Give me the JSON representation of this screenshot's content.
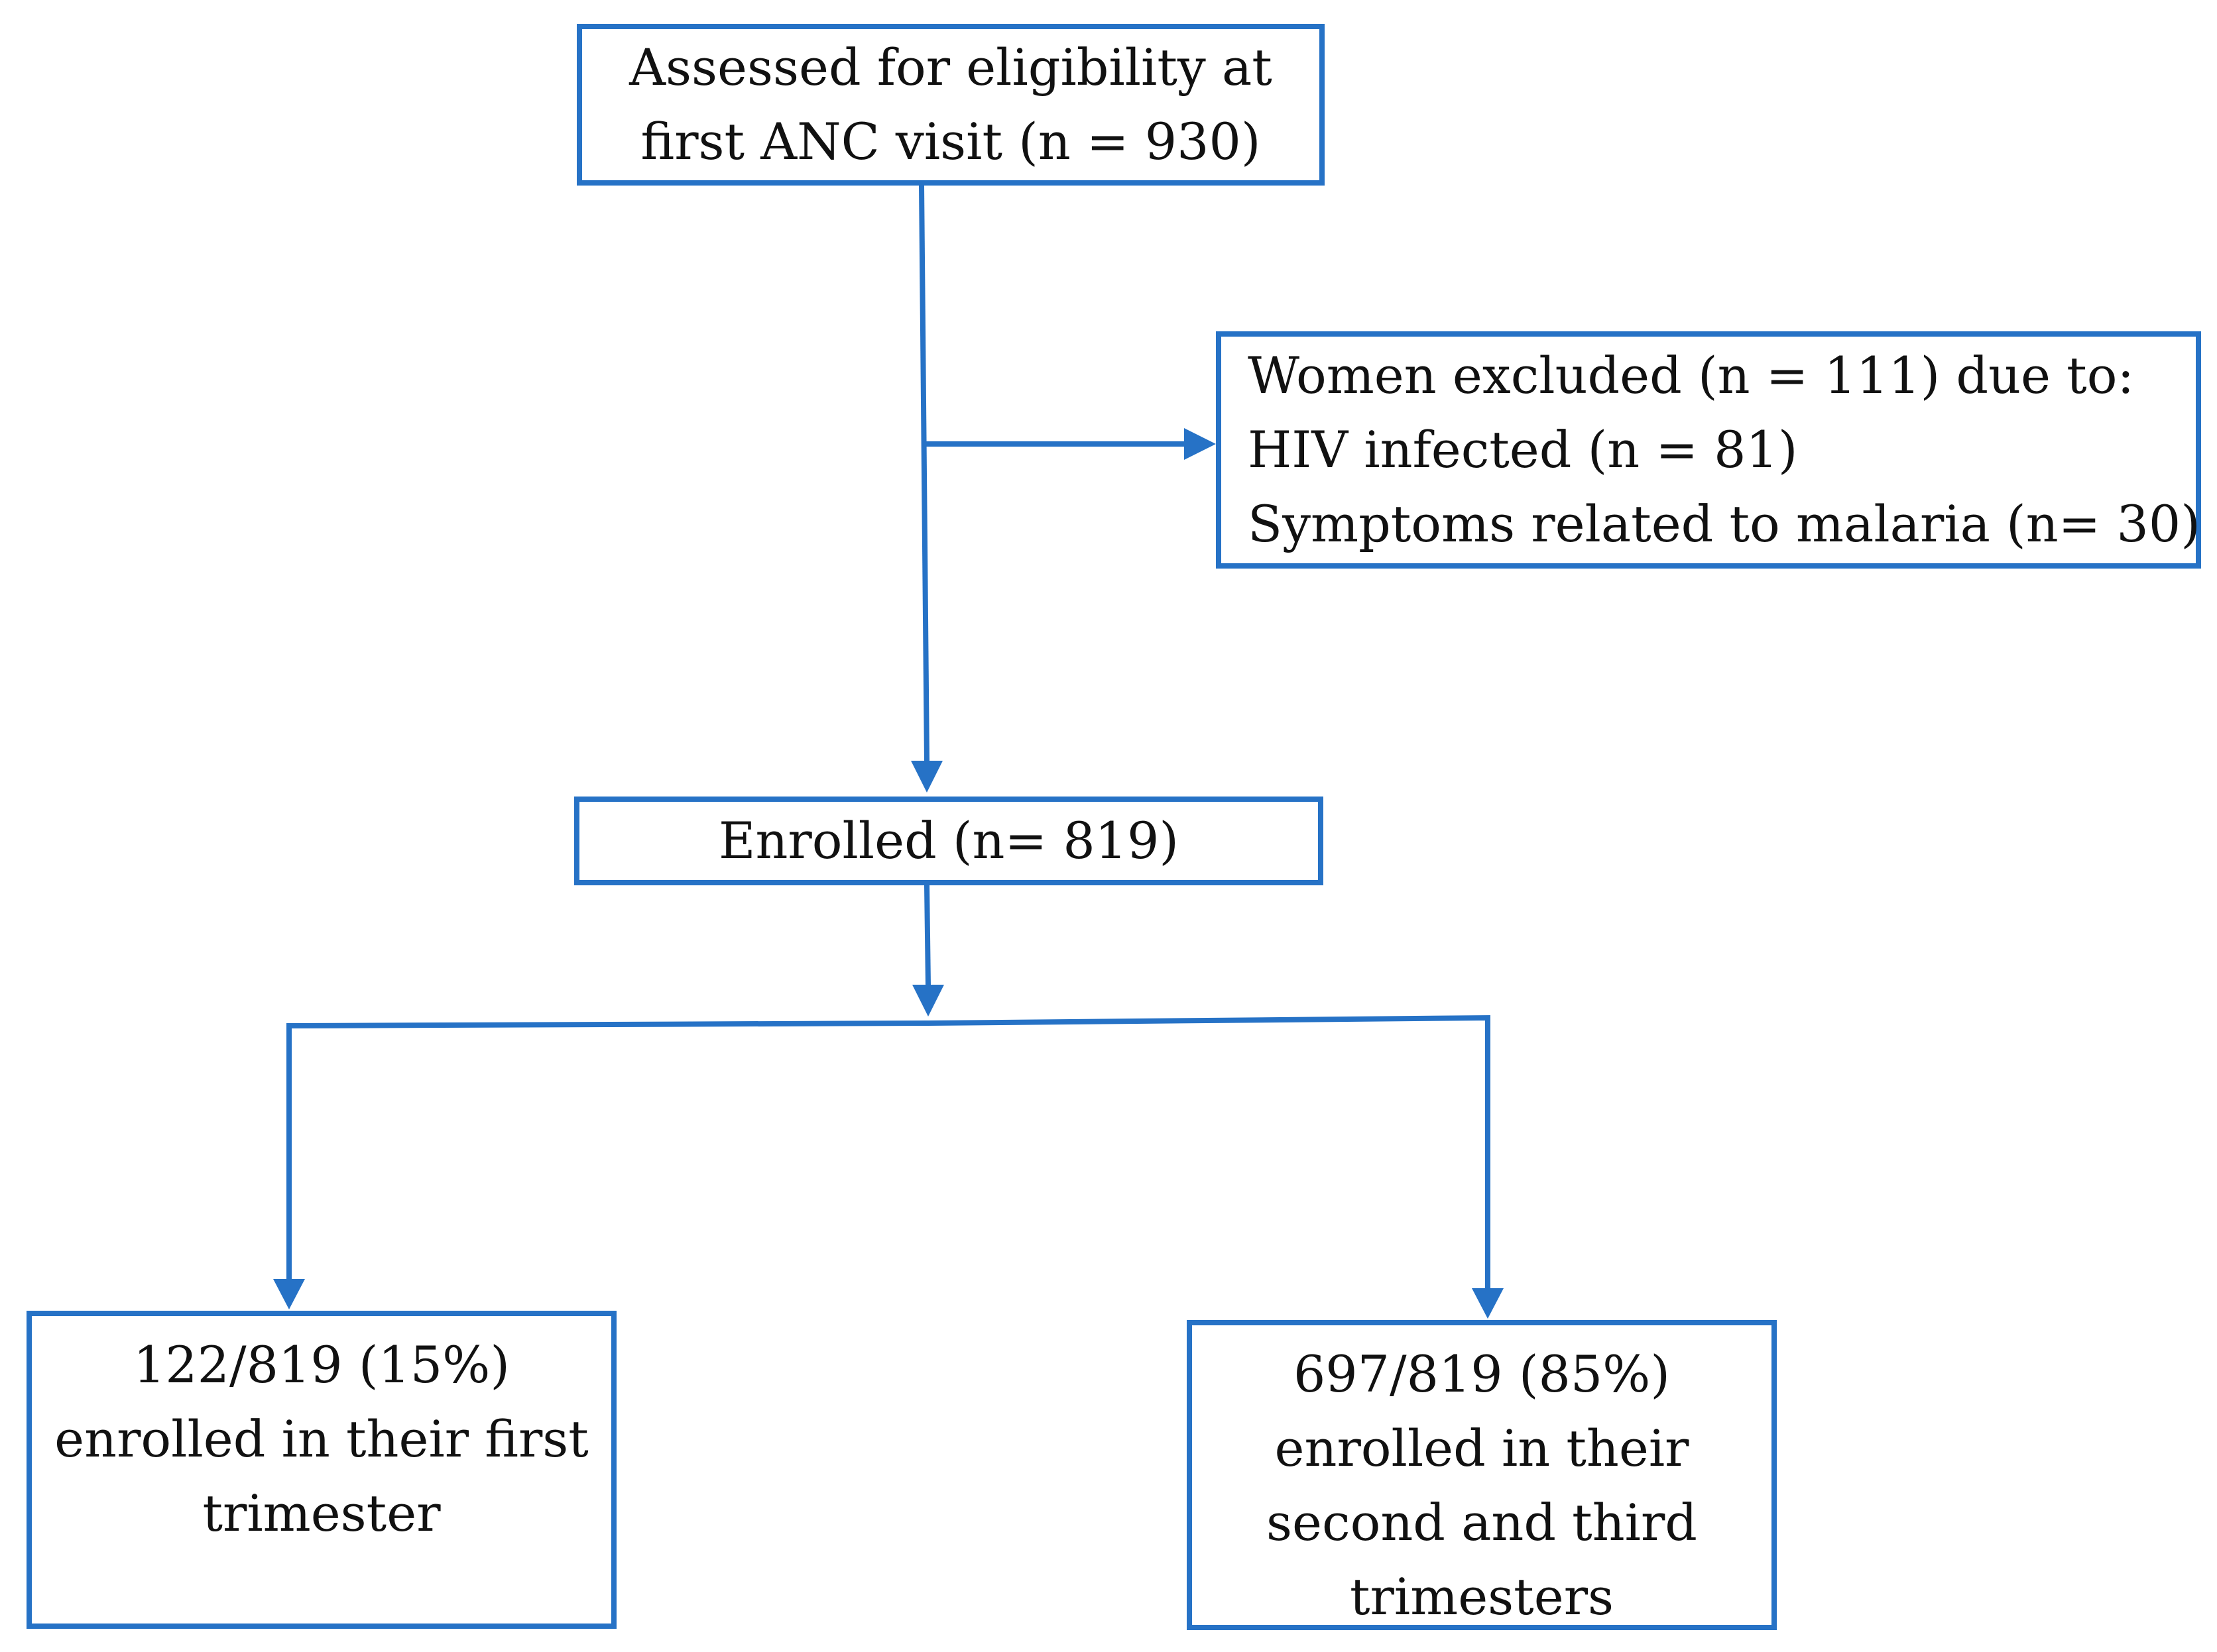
{
  "boxes": {
    "assessed": {
      "lines": [
        "Assessed for eligibility at",
        "first ANC visit (n = 930)"
      ]
    },
    "excluded": {
      "lines": [
        "Women excluded (n = 111) due to:",
        "HIV infected (n = 81)",
        "Symptoms related to malaria (n= 30)"
      ]
    },
    "enrolled": {
      "lines": [
        "Enrolled (n= 819)"
      ]
    },
    "first_trimester": {
      "lines": [
        "122/819 (15%)",
        "enrolled in their first",
        "trimester"
      ]
    },
    "second_third_trimester": {
      "lines": [
        "697/819 (85%)",
        "enrolled in their",
        "second and third",
        "trimesters"
      ]
    }
  },
  "colors": {
    "border": "#2672c6",
    "arrow": "#2672c6",
    "text": "#111111",
    "background": "#ffffff"
  }
}
